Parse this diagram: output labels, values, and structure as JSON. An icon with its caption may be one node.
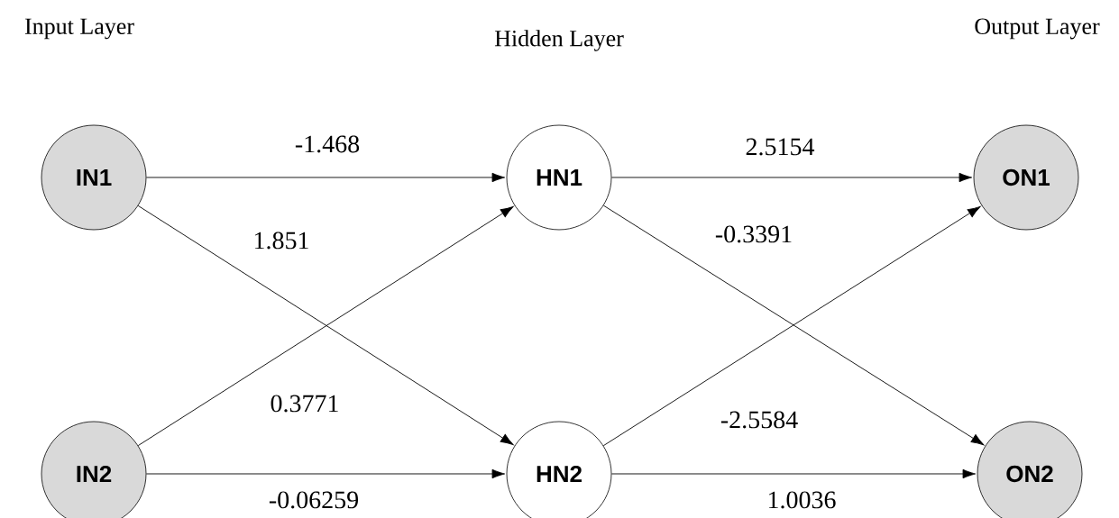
{
  "diagram": {
    "nodes": [
      {
        "text": [
          "IN1"
        ]
      },
      {
        "text": [
          "IN2"
        ]
      },
      {
        "text": [
          "HN1"
        ]
      },
      {
        "text": [
          "HN2"
        ]
      },
      {
        "text": [
          "ON1"
        ]
      },
      {
        "text": [
          "ON2"
        ]
      }
    ],
    "edges": [
      {
        "from": 0,
        "to": 2,
        "arrow": "to",
        "label": "-1.468"
      },
      {
        "from": 0,
        "to": 3,
        "arrow": "to",
        "label": "1.851"
      },
      {
        "from": 1,
        "to": 2,
        "arrow": "to",
        "label": "0.3771"
      },
      {
        "from": 1,
        "to": 3,
        "arrow": "to",
        "label": "-0.06259"
      },
      {
        "from": 2,
        "to": 4,
        "arrow": "to",
        "label": "2.5154"
      },
      {
        "from": 2,
        "to": 5,
        "arrow": "to",
        "label": "-0.3391"
      },
      {
        "from": 3,
        "to": 4,
        "arrow": "to",
        "label": "-2.5584"
      },
      {
        "from": 3,
        "to": 5,
        "arrow": "to",
        "label": "1.0036"
      }
    ],
    "labels": [
      "Input Layer",
      "Hidden Layer",
      "Output Layer"
    ]
  }
}
